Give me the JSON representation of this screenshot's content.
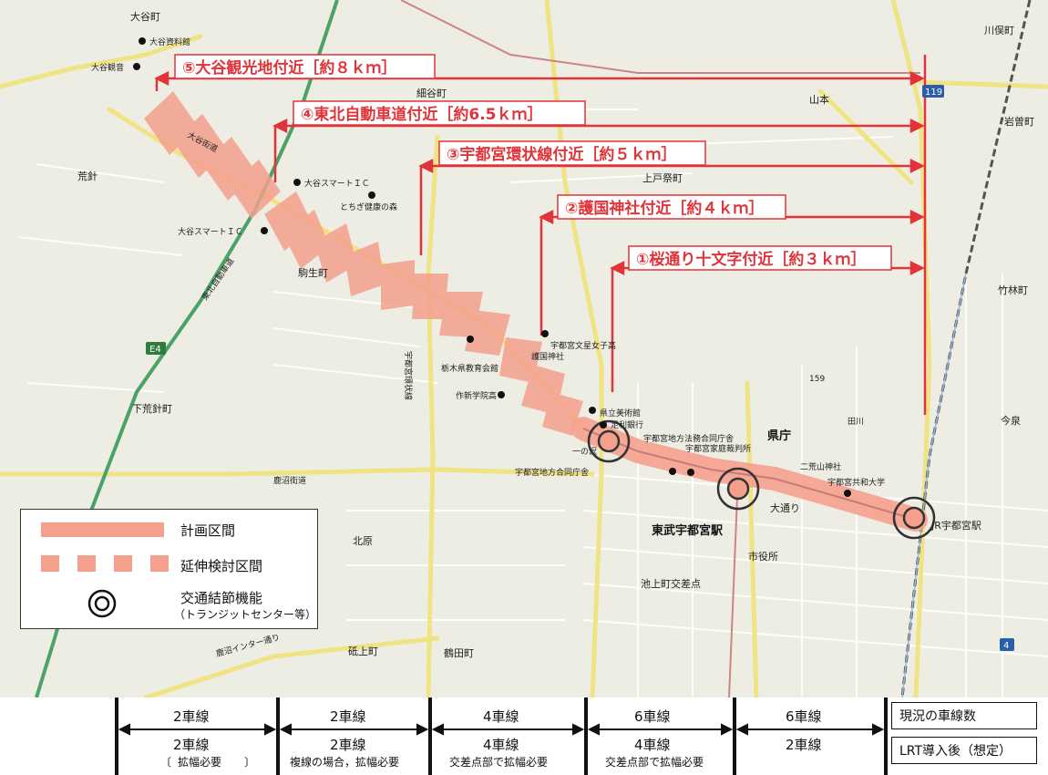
{
  "sections": [
    {
      "label": "⑤大谷観光地付近［約８ｋｍ］"
    },
    {
      "label": "④東北自動車道付近［約6.5ｋｍ］"
    },
    {
      "label": "③宇都宮環状線付近［約５ｋｍ］"
    },
    {
      "label": "②護国神社付近［約４ｋｍ］"
    },
    {
      "label": "①桜通り十文字付近［約３ｋｍ］"
    }
  ],
  "legend": {
    "planned": "計画区間",
    "extension": "延伸検討区間",
    "node": "交通結節機能",
    "node_sub": "（トランジットセンター等）"
  },
  "lanes": [
    {
      "current": "2車線",
      "after": "2車線",
      "note": "拡幅必要"
    },
    {
      "current": "2車線",
      "after": "2車線",
      "note": "複線の場合，拡幅必要"
    },
    {
      "current": "4車線",
      "after": "4車線",
      "note": "交差点部で拡幅必要"
    },
    {
      "current": "6車線",
      "after": "4車線",
      "note": "交差点部で拡幅必要"
    },
    {
      "current": "6車線",
      "after": "2車線",
      "note": ""
    }
  ],
  "lane_headers": {
    "current": "現況の車線数",
    "after": "LRT導入後（想定）"
  },
  "places": {
    "oya_town": "大谷町",
    "oya_museum": "大谷資料館",
    "oya_kannon": "大谷観音",
    "kawamata": "川俣町",
    "yamamoto": "山本",
    "iwasone": "岩曽町",
    "hosoya": "細谷町",
    "oya_kaido": "大谷街道",
    "arabari": "荒針",
    "oya_smart_ic1": "大谷スマートＩＣ",
    "oya_smart_ic2": "大谷スマートＩＣ",
    "kenko_mori": "とちぎ健康の森",
    "kamitomatsuri": "上戸祭町",
    "tohoku_exp": "東北自動車道",
    "komyu": "駒生町",
    "kanjo": "宇都宮環状線",
    "kyoiku": "栃木県教育会館",
    "gokoku": "護国神社",
    "bunsei": "宇都宮文星女子高",
    "sakushin": "作新学院高",
    "bijutsukan": "県立美術館",
    "ginko": "足利銀行",
    "ichinosawa": "一の沢",
    "chiho_godo": "宇都宮地方合同庁舎",
    "ho_godo": "宇都宮地方法務合同庁舎",
    "saibansho": "宇都宮家庭裁判所",
    "kencho": "県庁",
    "futara": "二荒山神社",
    "kyowa": "宇都宮共和大学",
    "odori": "大通り",
    "jr": "JR宇都宮駅",
    "tobu": "東武宇都宮駅",
    "shiyakusho": "市役所",
    "ikegami": "池上町交差点",
    "shimoarabari": "下荒針町",
    "kitahara": "北原",
    "kanuma_kaido": "鹿沼街道",
    "kanuma_ic": "鹿沼インター通り",
    "tsurutamachi": "鶴田町",
    "togamichi": "砥上町",
    "takebayashi": "竹林町",
    "imaizumi": "今泉",
    "tahara": "田川",
    "e4": "E4",
    "r119": "119",
    "r4": "4",
    "elev": "159"
  }
}
